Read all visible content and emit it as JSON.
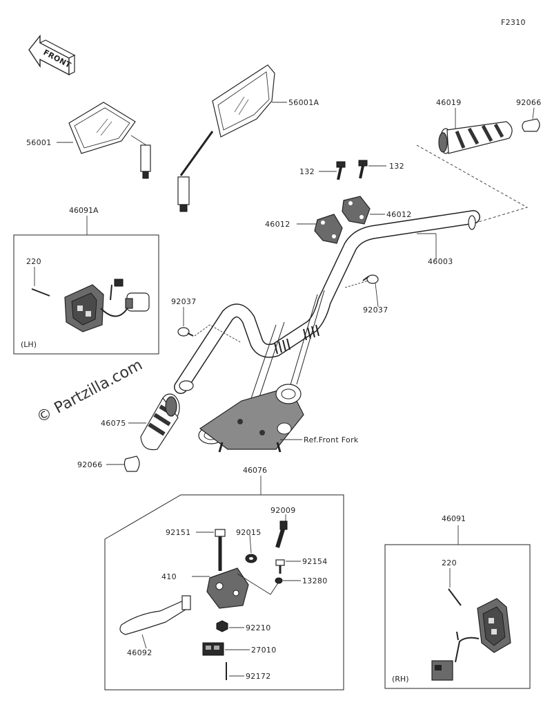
{
  "figure_code": "F2310",
  "front_label": "FRONT",
  "watermark": "© Partzilla.com",
  "reference_label": "Ref.Front Fork",
  "boxes": {
    "left_switch": {
      "part": "46091A",
      "side": "(LH)"
    },
    "right_switch": {
      "part": "46091",
      "side": "(RH)"
    },
    "lever_assembly": {
      "part": "46076"
    }
  },
  "callouts": [
    {
      "id": "56001",
      "text": "56001"
    },
    {
      "id": "56001A",
      "text": "56001A"
    },
    {
      "id": "46019",
      "text": "46019"
    },
    {
      "id": "92066-r",
      "text": "92066"
    },
    {
      "id": "132-l",
      "text": "132"
    },
    {
      "id": "132-r",
      "text": "132"
    },
    {
      "id": "46012-l",
      "text": "46012"
    },
    {
      "id": "46012-r",
      "text": "46012"
    },
    {
      "id": "46003",
      "text": "46003"
    },
    {
      "id": "92037-r",
      "text": "92037"
    },
    {
      "id": "92037-l",
      "text": "92037"
    },
    {
      "id": "220-lh",
      "text": "220"
    },
    {
      "id": "46075",
      "text": "46075"
    },
    {
      "id": "92066-l",
      "text": "92066"
    },
    {
      "id": "92009",
      "text": "92009"
    },
    {
      "id": "92151",
      "text": "92151"
    },
    {
      "id": "92015",
      "text": "92015"
    },
    {
      "id": "92154",
      "text": "92154"
    },
    {
      "id": "13280",
      "text": "13280"
    },
    {
      "id": "410",
      "text": "410"
    },
    {
      "id": "92210",
      "text": "92210"
    },
    {
      "id": "46092",
      "text": "46092"
    },
    {
      "id": "27010",
      "text": "27010"
    },
    {
      "id": "92172",
      "text": "92172"
    },
    {
      "id": "220-rh",
      "text": "220"
    }
  ]
}
